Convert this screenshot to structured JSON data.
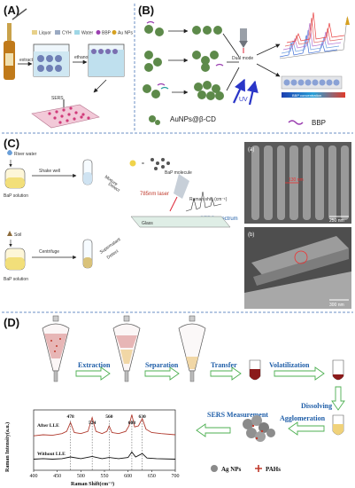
{
  "panels": {
    "a": {
      "label": "(A)",
      "legend": [
        "Liquor",
        "CYH",
        "Water",
        "BBP",
        "Au NPs"
      ],
      "step_extract": "extract",
      "step_ethanol": "ethanol",
      "sers": "SERS"
    },
    "b": {
      "label": "(B)",
      "dual_mode": "Dual mode",
      "uv": "UV",
      "nanoparticle": "AuNPs@β-CD",
      "analyte": "BBP",
      "strip_label": "BBP concentration"
    },
    "c": {
      "label": "(C)",
      "river_water": "River water",
      "shake_well": "Shake well",
      "bap_solution_1": "BaP solution",
      "mixture": "Mixture",
      "detect": "Detect",
      "bap_molecule": "BaP molecule",
      "laser": "785nm laser",
      "raman_shift": "Raman shift (cm⁻¹)",
      "sers_spectrum": "SERS spectrum",
      "soil": "Soil",
      "centrifuge": "Centrifuge",
      "bap_solution_2": "BaP solution",
      "supernatant": "Supernatant",
      "glass": "Glass",
      "sem_a_tag": "(a)",
      "sem_a_measure": "130 nm",
      "sem_a_scale": "250 nm",
      "sem_b_tag": "(b)",
      "sem_b_scale": "300 nm"
    },
    "d": {
      "label": "(D)",
      "steps": [
        "Extraction",
        "Separation",
        "Transfer",
        "Volatilization",
        "Dissolving",
        "Agglomeration",
        "SERS Measurement"
      ],
      "legend_ag": "Ag NPs",
      "legend_pah": "PAHs"
    }
  },
  "chart_data": {
    "type": "line",
    "title": "",
    "xlabel": "Raman Shift(cm⁻¹)",
    "ylabel": "Raman Intensity(a.u.)",
    "xlim": [
      400,
      700
    ],
    "xticks": [
      400,
      450,
      500,
      550,
      600,
      650,
      700
    ],
    "peak_labels": [
      478,
      524,
      560,
      608,
      630
    ],
    "series": [
      {
        "name": "After LLE",
        "color": "#b03a2e",
        "points": [
          [
            400,
            0.62
          ],
          [
            420,
            0.64
          ],
          [
            440,
            0.63
          ],
          [
            460,
            0.66
          ],
          [
            470,
            0.7
          ],
          [
            478,
            0.86
          ],
          [
            486,
            0.68
          ],
          [
            500,
            0.66
          ],
          [
            515,
            0.7
          ],
          [
            524,
            0.95
          ],
          [
            532,
            0.7
          ],
          [
            545,
            0.66
          ],
          [
            555,
            0.7
          ],
          [
            560,
            0.8
          ],
          [
            566,
            0.68
          ],
          [
            580,
            0.66
          ],
          [
            595,
            0.7
          ],
          [
            602,
            0.8
          ],
          [
            608,
            1.0
          ],
          [
            614,
            0.78
          ],
          [
            622,
            0.8
          ],
          [
            630,
            0.93
          ],
          [
            638,
            0.74
          ],
          [
            650,
            0.68
          ],
          [
            670,
            0.66
          ],
          [
            700,
            0.64
          ]
        ]
      },
      {
        "name": "Without LLE",
        "color": "#111111",
        "points": [
          [
            400,
            0.2
          ],
          [
            420,
            0.21
          ],
          [
            440,
            0.2
          ],
          [
            460,
            0.21
          ],
          [
            478,
            0.24
          ],
          [
            500,
            0.21
          ],
          [
            524,
            0.25
          ],
          [
            545,
            0.21
          ],
          [
            560,
            0.23
          ],
          [
            580,
            0.21
          ],
          [
            600,
            0.23
          ],
          [
            608,
            0.33
          ],
          [
            616,
            0.24
          ],
          [
            630,
            0.3
          ],
          [
            640,
            0.22
          ],
          [
            660,
            0.21
          ],
          [
            700,
            0.2
          ]
        ]
      }
    ]
  }
}
